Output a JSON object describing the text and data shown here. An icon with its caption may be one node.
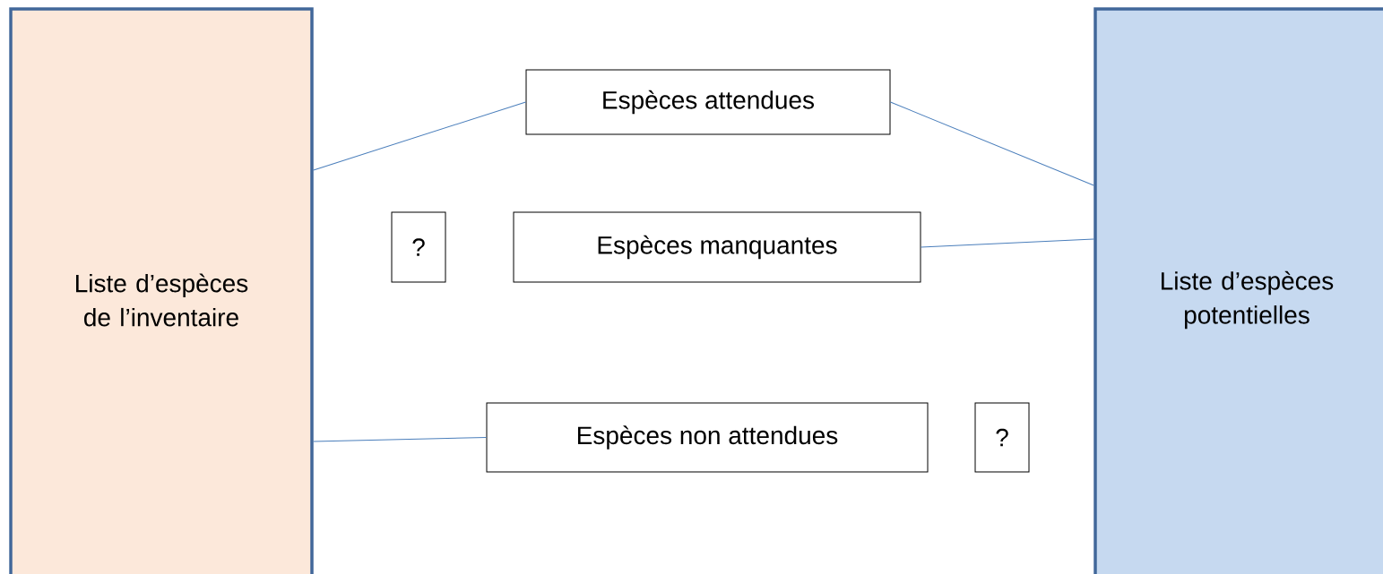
{
  "diagram": {
    "nodes": [
      {
        "text": [
          "Liste d’espèces de l’inventaire"
        ]
      },
      {
        "text": [
          "Espèces attendues"
        ]
      },
      {
        "text": [
          "?"
        ]
      },
      {
        "text": [
          "Espèces manquantes"
        ]
      },
      {
        "text": [
          "Espèces non attendues"
        ]
      },
      {
        "text": [
          "?"
        ]
      },
      {
        "text": [
          "Liste d’espèces potentielles"
        ]
      }
    ],
    "edges": [
      {
        "from": 0,
        "to": 1,
        "arrow": "none"
      },
      {
        "from": 1,
        "to": 6,
        "arrow": "none"
      },
      {
        "from": 3,
        "to": 6,
        "arrow": "none"
      },
      {
        "from": 0,
        "to": 4,
        "arrow": "none"
      }
    ]
  }
}
